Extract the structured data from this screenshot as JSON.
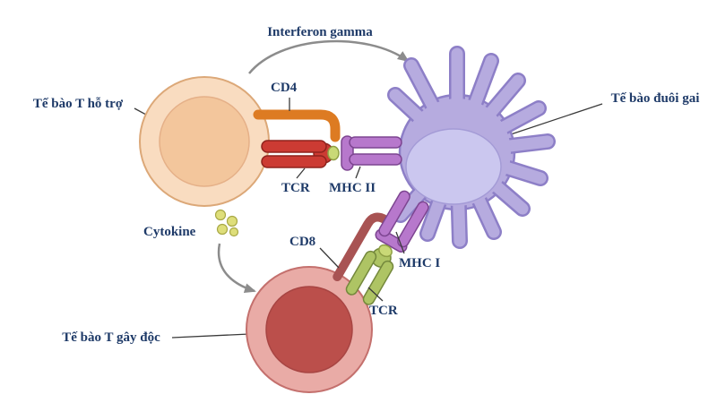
{
  "diagram": {
    "labels": {
      "helper_t_cell": "Tế bào T hỗ trợ",
      "interferon_gamma": "Interferon gamma",
      "cd4": "CD4",
      "tcr_top": "TCR",
      "mhc_ii": "MHC II",
      "dendritic_cell": "Tế bào đuôi gai",
      "cytokine": "Cytokine",
      "cd8": "CD8",
      "mhc_i": "MHC I",
      "tcr_bottom": "TCR",
      "cytotoxic_t_cell": "Tế bào T gây độc"
    },
    "colors": {
      "label_text": "#1e3a68",
      "helper_cell_outer": "#f9dcc0",
      "helper_cell_inner": "#f3c69c",
      "dendritic_cell_body": "#b6abdf",
      "dendritic_cell_nucleus": "#cbc7ef",
      "cytotoxic_cell_outer": "#e9aba6",
      "cytotoxic_cell_inner": "#bb4f4b",
      "cd4_receptor": "#dd7b22",
      "tcr_receptor_red": "#cc3b33",
      "mhc_purple": "#b778cc",
      "cd8_receptor": "#a85353",
      "tcr_receptor_green": "#aec464",
      "peptide_dot": "#c9d977",
      "cytokine_dots": "#dede7a",
      "arrow": "#8c8c8c"
    }
  }
}
